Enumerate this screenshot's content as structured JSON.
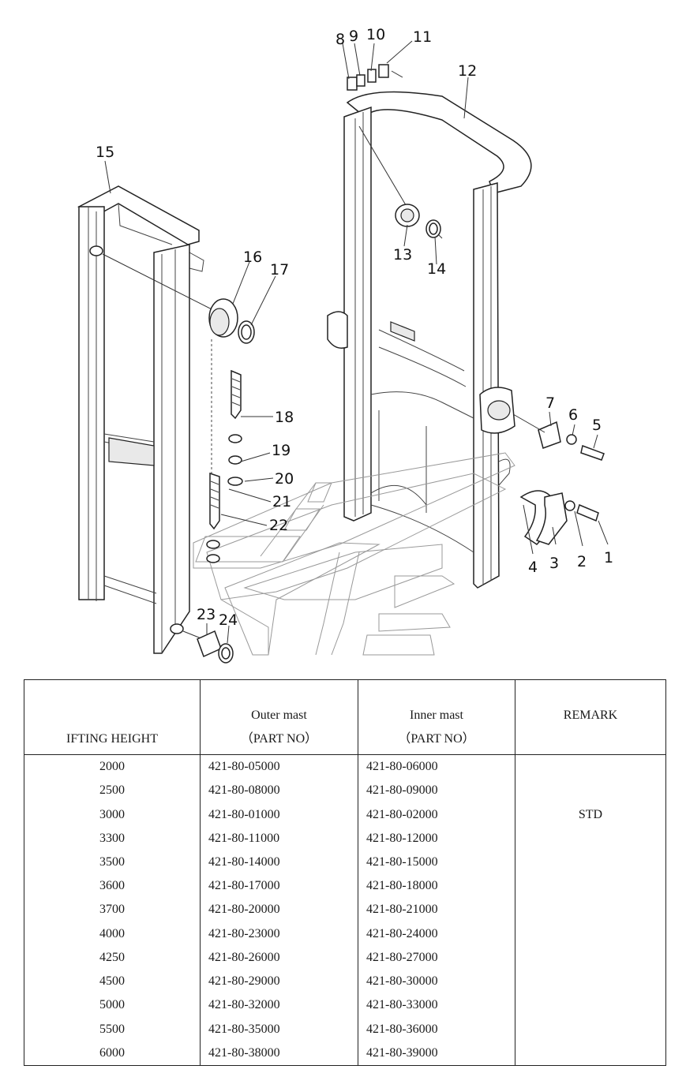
{
  "diagram": {
    "callouts": [
      "1",
      "2",
      "3",
      "4",
      "5",
      "6",
      "7",
      "8",
      "9",
      "10",
      "11",
      "12",
      "13",
      "14",
      "15",
      "16",
      "17",
      "18",
      "19",
      "20",
      "21",
      "22",
      "23",
      "24"
    ]
  },
  "table": {
    "headers": {
      "lifting_height": "IFTING HEIGHT",
      "outer_mast_line1": "Outer mast",
      "outer_mast_line2": "（PART NO）",
      "inner_mast_line1": "Inner mast",
      "inner_mast_line2": "（PART NO）",
      "remark": "REMARK"
    },
    "rows": [
      {
        "height": "2000",
        "outer": "421-80-05000",
        "inner": "421-80-06000",
        "remark": ""
      },
      {
        "height": "2500",
        "outer": "421-80-08000",
        "inner": "421-80-09000",
        "remark": ""
      },
      {
        "height": "3000",
        "outer": "421-80-01000",
        "inner": "421-80-02000",
        "remark": "STD"
      },
      {
        "height": "3300",
        "outer": "421-80-11000",
        "inner": "421-80-12000",
        "remark": ""
      },
      {
        "height": "3500",
        "outer": "421-80-14000",
        "inner": "421-80-15000",
        "remark": ""
      },
      {
        "height": "3600",
        "outer": "421-80-17000",
        "inner": "421-80-18000",
        "remark": ""
      },
      {
        "height": "3700",
        "outer": "421-80-20000",
        "inner": "421-80-21000",
        "remark": ""
      },
      {
        "height": "4000",
        "outer": "421-80-23000",
        "inner": "421-80-24000",
        "remark": ""
      },
      {
        "height": "4250",
        "outer": "421-80-26000",
        "inner": "421-80-27000",
        "remark": ""
      },
      {
        "height": "4500",
        "outer": "421-80-29000",
        "inner": "421-80-30000",
        "remark": ""
      },
      {
        "height": "5000",
        "outer": "421-80-32000",
        "inner": "421-80-33000",
        "remark": ""
      },
      {
        "height": "5500",
        "outer": "421-80-35000",
        "inner": "421-80-36000",
        "remark": ""
      },
      {
        "height": "6000",
        "outer": "421-80-38000",
        "inner": "421-80-39000",
        "remark": ""
      }
    ]
  }
}
